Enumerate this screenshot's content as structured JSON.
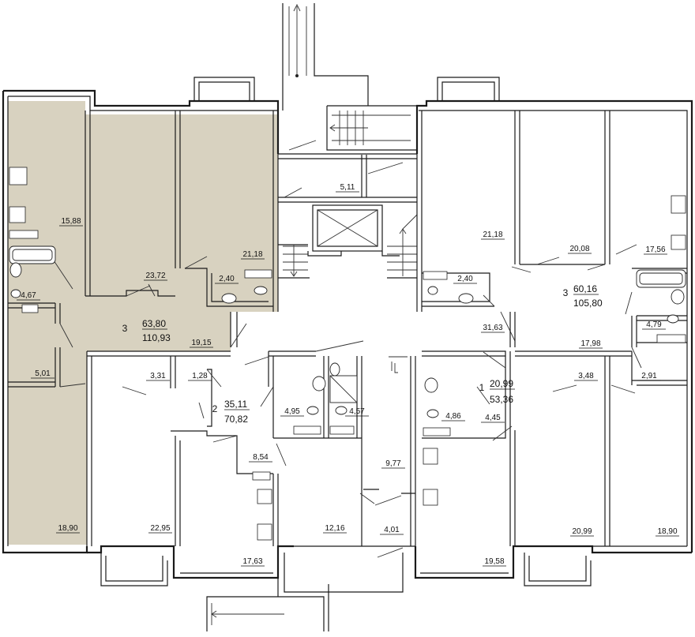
{
  "highlight_color": "#d8d2c0",
  "rooms": [
    {
      "id": "r-15-88",
      "text": "15,88"
    },
    {
      "id": "r-23-72",
      "text": "23,72"
    },
    {
      "id": "r-21-18-l",
      "text": "21,18"
    },
    {
      "id": "r-2-40-l",
      "text": "2,40"
    },
    {
      "id": "r-4-67",
      "text": "4,67"
    },
    {
      "id": "r-19-15",
      "text": "19,15"
    },
    {
      "id": "r-5-01",
      "text": "5,01"
    },
    {
      "id": "r-18-90-l",
      "text": "18,90"
    },
    {
      "id": "r-5-11",
      "text": "5,11"
    },
    {
      "id": "r-3-31",
      "text": "3,31"
    },
    {
      "id": "r-1-28",
      "text": "1,28"
    },
    {
      "id": "r-4-95",
      "text": "4,95"
    },
    {
      "id": "r-4-57",
      "text": "4,57"
    },
    {
      "id": "r-8-54",
      "text": "8,54"
    },
    {
      "id": "r-22-95",
      "text": "22,95"
    },
    {
      "id": "r-12-16",
      "text": "12,16"
    },
    {
      "id": "r-17-63",
      "text": "17,63"
    },
    {
      "id": "r-9-77",
      "text": "9,77"
    },
    {
      "id": "r-4-01",
      "text": "4,01"
    },
    {
      "id": "r-19-58",
      "text": "19,58"
    },
    {
      "id": "r-4-86",
      "text": "4,86"
    },
    {
      "id": "r-4-45",
      "text": "4,45"
    },
    {
      "id": "r-21-18-r",
      "text": "21,18"
    },
    {
      "id": "r-20-08",
      "text": "20,08"
    },
    {
      "id": "r-17-56",
      "text": "17,56"
    },
    {
      "id": "r-2-40-r",
      "text": "2,40"
    },
    {
      "id": "r-31-63",
      "text": "31,63"
    },
    {
      "id": "r-17-98",
      "text": "17,98"
    },
    {
      "id": "r-4-79",
      "text": "4,79"
    },
    {
      "id": "r-3-48",
      "text": "3,48"
    },
    {
      "id": "r-2-91",
      "text": "2,91"
    },
    {
      "id": "r-20-99",
      "text": "20,99"
    },
    {
      "id": "r-18-90-r",
      "text": "18,90"
    }
  ],
  "apartments": [
    {
      "id": "apt-a",
      "rooms": "3",
      "living": "63,80",
      "total": "110,93"
    },
    {
      "id": "apt-b",
      "rooms": "2",
      "living": "35,11",
      "total": "70,82"
    },
    {
      "id": "apt-c",
      "rooms": "1",
      "living": "20,99",
      "total": "53,36"
    },
    {
      "id": "apt-d",
      "rooms": "3",
      "living": "60,16",
      "total": "105,80"
    }
  ]
}
